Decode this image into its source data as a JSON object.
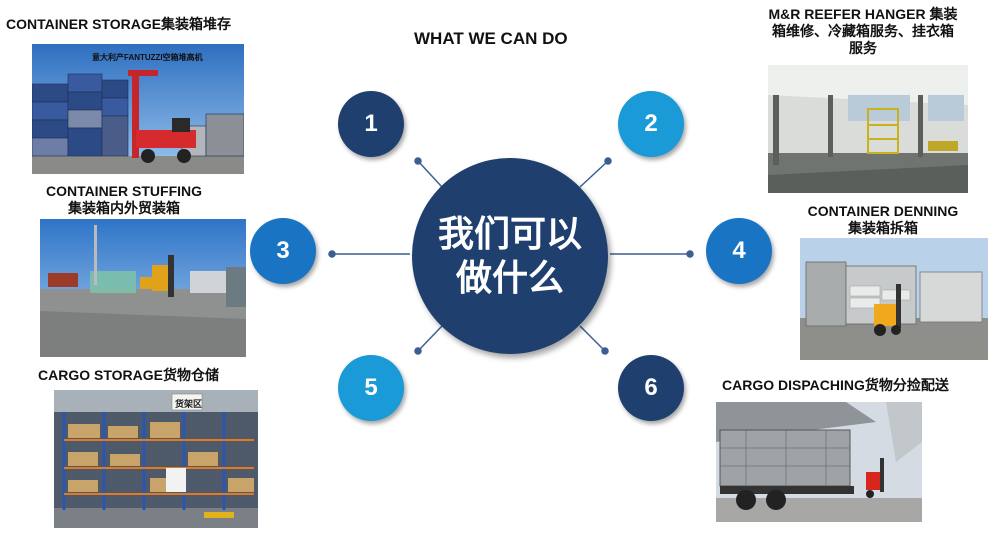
{
  "title": "WHAT WE CAN DO",
  "hub": {
    "line1": "我们可以",
    "line2": "做什么"
  },
  "nodes": [
    {
      "num": "1",
      "color": "#1f3f6e"
    },
    {
      "num": "2",
      "color": "#1a9ad6"
    },
    {
      "num": "3",
      "color": "#1a74c4"
    },
    {
      "num": "4",
      "color": "#1a74c4"
    },
    {
      "num": "5",
      "color": "#1a9ad6"
    },
    {
      "num": "6",
      "color": "#1f3f6e"
    }
  ],
  "labels": {
    "l1": "CONTAINER STORAGE集装箱堆存",
    "l2a": "M&R REEFER HANGER 集装",
    "l2b": "箱维修、冷藏箱服务、挂衣箱",
    "l2c": "服务",
    "l3a": "CONTAINER STUFFING",
    "l3b": "集装箱内外贸装箱",
    "l4a": "CONTAINER DENNING",
    "l4b": "集装箱拆箱",
    "l5": "CARGO STORAGE货物仓储",
    "l6": "CARGO DISPACHING货物分捡配送"
  },
  "photo_caption": "意大利产FANTUZZI空箱堆高机",
  "warehouse_sign": "货架区"
}
